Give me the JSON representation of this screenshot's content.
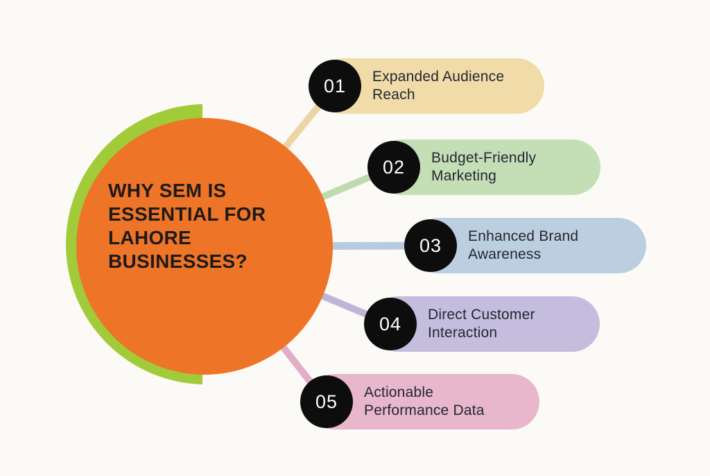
{
  "title": {
    "text": "WHY SEM IS ESSENTIAL FOR LAHORE BUSINESSES?",
    "lines": [
      "WHY SEM IS",
      "ESSENTIAL FOR",
      "LAHORE",
      "BUSINESSES?"
    ]
  },
  "items": [
    {
      "number": "01",
      "label": "Expanded Audience Reach",
      "lines": [
        "Expanded Audience",
        "Reach"
      ],
      "pill_color": "#F0DBA9",
      "connector_color": "#ECD5A4"
    },
    {
      "number": "02",
      "label": "Budget-Friendly Marketing",
      "lines": [
        "Budget-Friendly",
        "Marketing"
      ],
      "pill_color": "#C4DEB6",
      "connector_color": "#BFDBAE"
    },
    {
      "number": "03",
      "label": "Enhanced Brand Awareness",
      "lines": [
        "Enhanced Brand",
        "Awareness"
      ],
      "pill_color": "#BCCFE0",
      "connector_color": "#B7CBDD"
    },
    {
      "number": "04",
      "label": "Direct Customer Interaction",
      "lines": [
        "Direct Customer",
        "Interaction"
      ],
      "pill_color": "#C5BDDE",
      "connector_color": "#BFB5DA"
    },
    {
      "number": "05",
      "label": "Actionable Performance Data",
      "lines": [
        "Actionable",
        "Performance Data"
      ],
      "pill_color": "#E8B7CC",
      "connector_color": "#E2ADC6"
    }
  ],
  "colors": {
    "background": "#FBFAF6",
    "center_circle_orange": "#EE7428",
    "arc_green": "#A2CB3A",
    "number_bubble_black": "#0D0D0D",
    "number_text_white": "#FFFFFF",
    "title_text": "#1D1B1A",
    "item_text": "#242731"
  }
}
